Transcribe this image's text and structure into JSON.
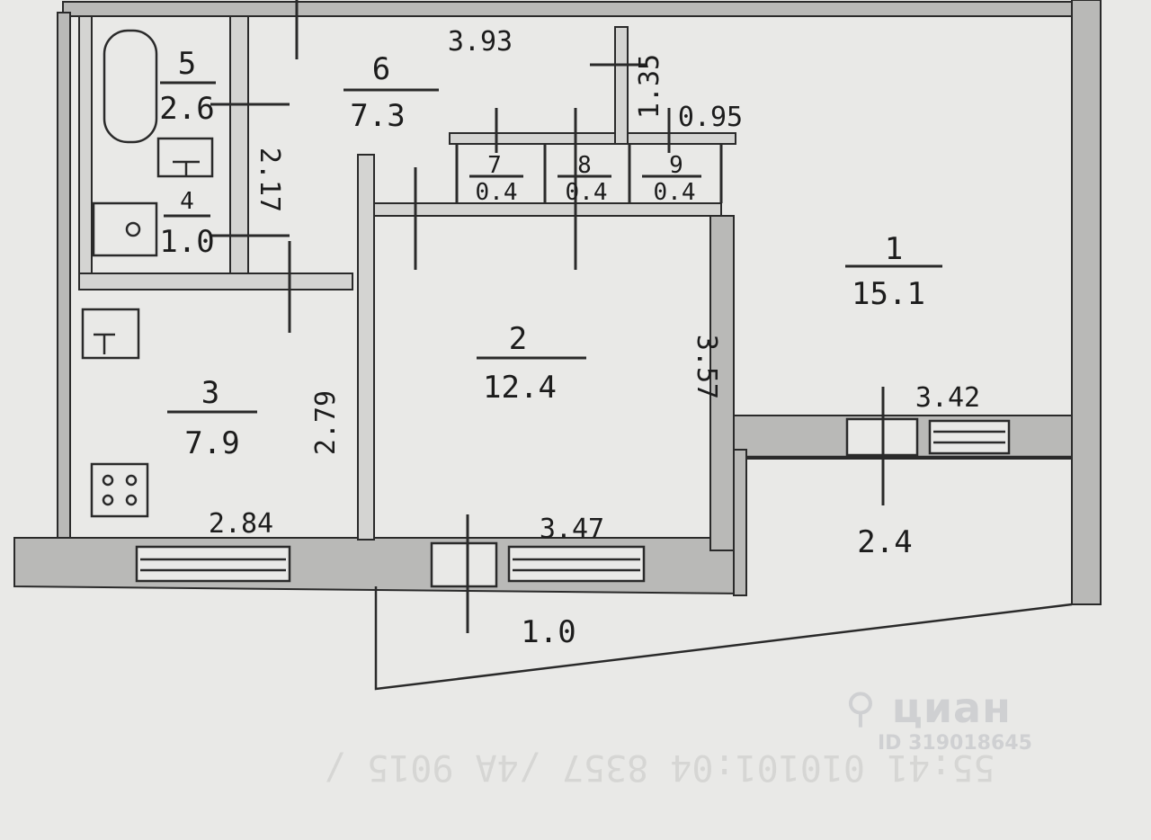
{
  "rooms": [
    {
      "number": "1",
      "area": "15.1"
    },
    {
      "number": "2",
      "area": "12.4"
    },
    {
      "number": "3",
      "area": "7.9"
    },
    {
      "number": "4",
      "area": "1.0"
    },
    {
      "number": "5",
      "area": "2.6"
    },
    {
      "number": "6",
      "area": "7.3"
    },
    {
      "number": "7",
      "area": "0.4"
    },
    {
      "number": "8",
      "area": "0.4"
    },
    {
      "number": "9",
      "area": "0.4"
    }
  ],
  "balcony_areas": [
    "2.4",
    "1.0"
  ],
  "dimensions": [
    "3.93",
    "1.35",
    "0.95",
    "2.17",
    "2.79",
    "3.57",
    "3.42",
    "2.84",
    "3.47"
  ],
  "watermark": {
    "brand": "циан",
    "id": "ID 319018645"
  },
  "stamp_text": "55:41 010101:04 8357 /4A 9015 /",
  "colors": {
    "paper": "#e9e9e7",
    "wall_fill": "#b9b9b7",
    "ink": "#1c1c1c",
    "watermark": "#cfd0d2"
  }
}
